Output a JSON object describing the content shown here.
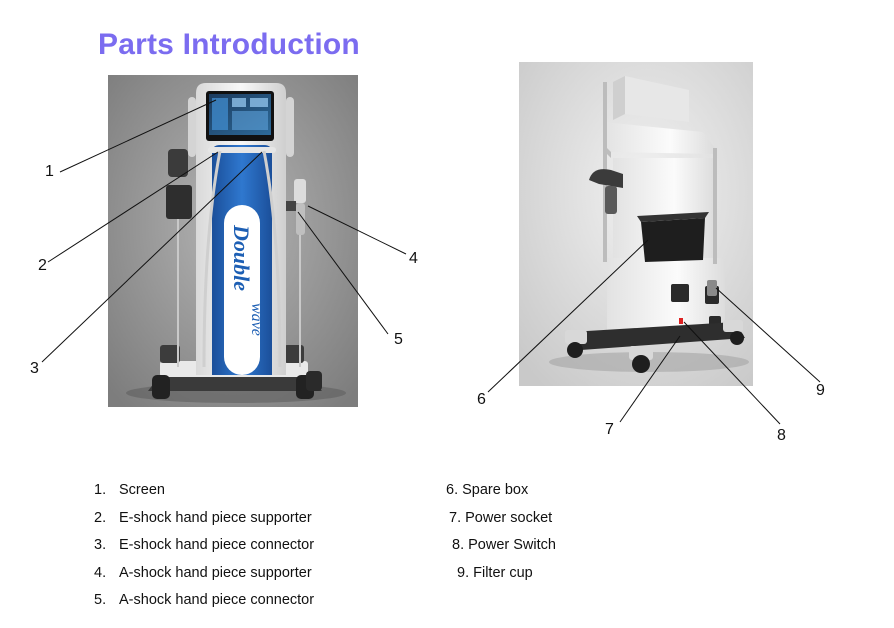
{
  "title": "Parts Introduction",
  "colors": {
    "title": "#7b6cf0",
    "accent_blue": "#1d5fb4",
    "body_white": "#f2f2f2",
    "backdrop_front": "#8c8c8c",
    "backdrop_back": "#d8d8d8"
  },
  "device_brand": {
    "line1": "Double",
    "line2": "wave"
  },
  "callout_numbers": [
    "1",
    "2",
    "3",
    "4",
    "5",
    "6",
    "7",
    "8",
    "9"
  ],
  "parts_left": [
    {
      "num": "1.",
      "label": "Screen"
    },
    {
      "num": "2.",
      "label": "E-shock hand piece supporter"
    },
    {
      "num": "3.",
      "label": "E-shock hand piece connector"
    },
    {
      "num": "4.",
      "label": "A-shock hand piece supporter"
    },
    {
      "num": "5.",
      "label": "A-shock hand piece connector"
    }
  ],
  "parts_right": [
    {
      "label": "6. Spare box"
    },
    {
      "label": "7. Power socket"
    },
    {
      "label": "8. Power Switch"
    },
    {
      "label": "9. Filter cup"
    }
  ]
}
